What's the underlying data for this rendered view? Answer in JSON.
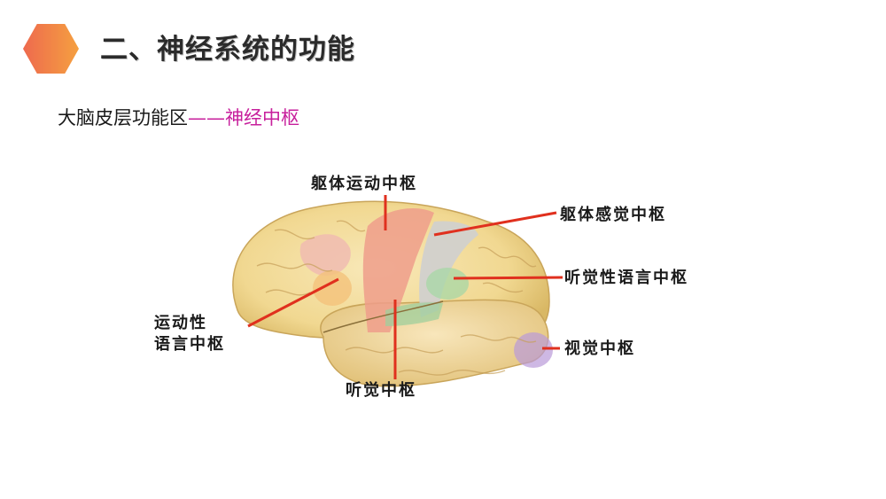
{
  "header": {
    "icon": "hexagon-icon",
    "title": "二、神经系统的功能"
  },
  "subtitle": {
    "main": "大脑皮层功能区",
    "dash": "——",
    "accent": "神经中枢",
    "accent_color": "#c71f9c"
  },
  "figure": {
    "labels": {
      "somatic_motor": "躯体运动中枢",
      "somatic_sensory": "躯体感觉中枢",
      "auditory_language": "听觉性语言中枢",
      "motor_language_line1": "运动性",
      "motor_language_line2": "语言中枢",
      "visual": "视觉中枢",
      "auditory": "听觉中枢"
    },
    "pointer_color": "#e0301e"
  }
}
